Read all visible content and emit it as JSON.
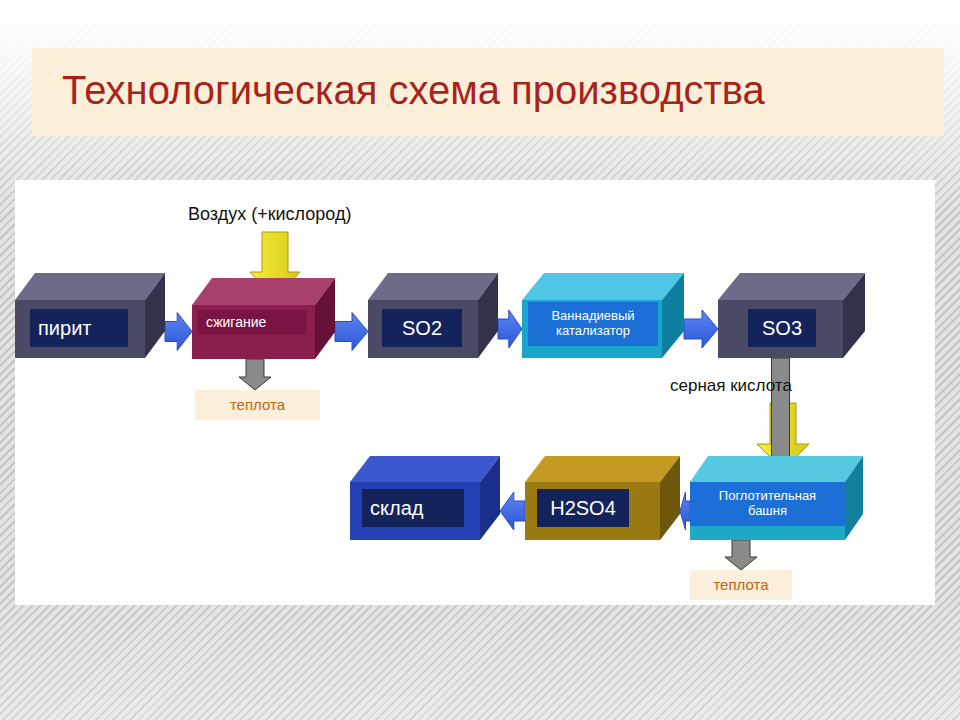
{
  "diagram": {
    "title": "Технологическая схема производства",
    "nodes": [
      {
        "text": [
          "пирит"
        ]
      },
      {
        "text": [
          "сжигание"
        ]
      },
      {
        "text": [
          "SO2"
        ]
      },
      {
        "text": [
          "Ваннадиевый катализатор"
        ]
      },
      {
        "text": [
          "SO3"
        ]
      },
      {
        "text": [
          "теплота"
        ]
      },
      {
        "text": [
          "склад"
        ]
      },
      {
        "text": [
          "H2SO4"
        ]
      },
      {
        "text": [
          "Поглотительная башня"
        ]
      },
      {
        "text": [
          "теплота"
        ]
      }
    ],
    "edges": [
      {
        "from": 0,
        "to": 1,
        "arrow": "to"
      },
      {
        "from": 1,
        "to": 2,
        "arrow": "to"
      },
      {
        "from": 2,
        "to": 3,
        "arrow": "to"
      },
      {
        "from": 3,
        "to": 4,
        "arrow": "to"
      },
      {
        "from": 1,
        "to": 5,
        "arrow": "to"
      },
      {
        "from": 4,
        "to": 8,
        "arrow": "to"
      },
      {
        "from": 8,
        "to": 7,
        "arrow": "to"
      },
      {
        "from": 7,
        "to": 6,
        "arrow": "to"
      },
      {
        "from": 8,
        "to": 9,
        "arrow": "to"
      }
    ],
    "labels": [
      "Воздух (+кислород)",
      "серная кислота"
    ]
  }
}
